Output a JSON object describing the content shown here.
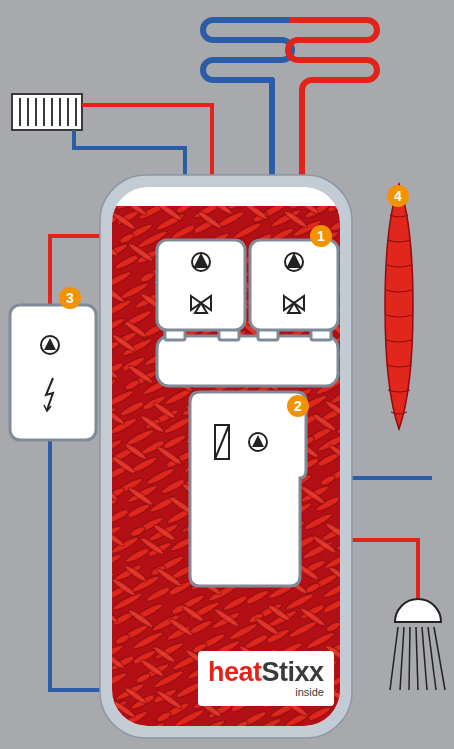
{
  "diagram": {
    "nodes": [
      {
        "text": [
          "heatStixx",
          "inside"
        ]
      }
    ],
    "labels": [
      "1",
      "2",
      "3",
      "4"
    ]
  }
}
